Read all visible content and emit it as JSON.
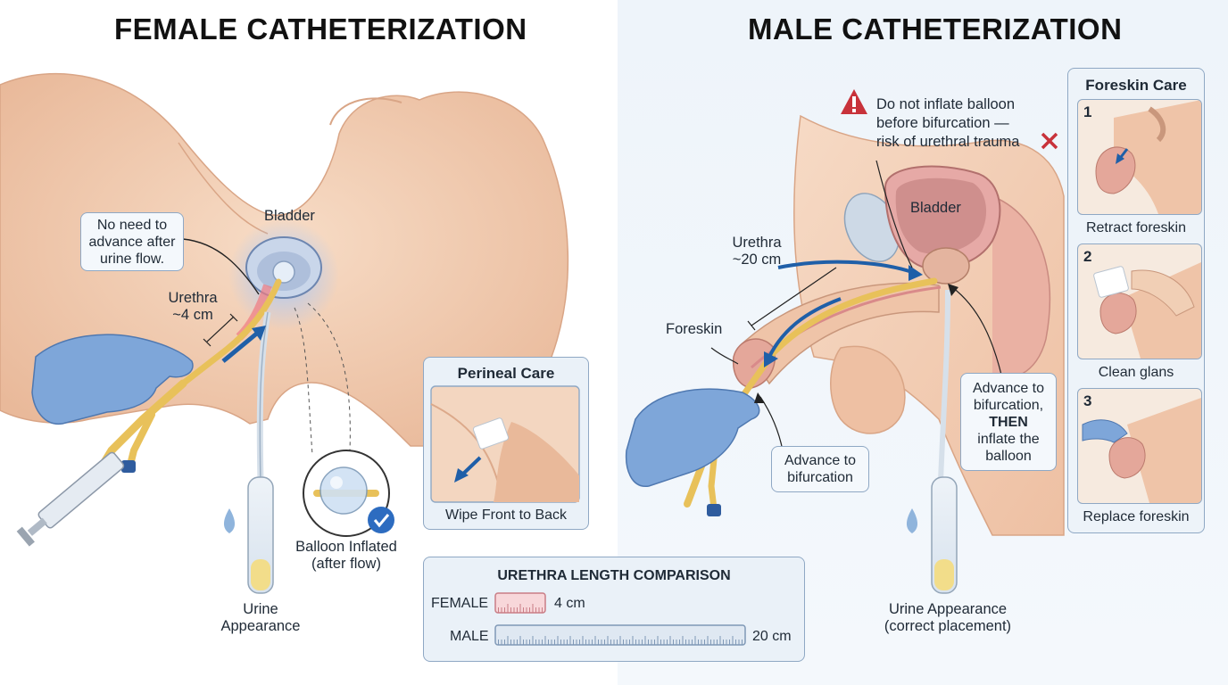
{
  "female": {
    "title": "FEMALE CATHETERIZATION",
    "label_bladder": "Bladder",
    "callout_line1": "No need to",
    "callout_line2": "advance after",
    "callout_line3": "urine flow.",
    "urethra_line1": "Urethra",
    "urethra_line2": "~4 cm",
    "balloon_line1": "Balloon Inflated",
    "balloon_line2": "(after flow)",
    "urine_line1": "Urine",
    "urine_line2": "Appearance"
  },
  "perineal": {
    "title": "Perineal Care",
    "caption": "Wipe Front to Back"
  },
  "male": {
    "title": "MALE CATHETERIZATION",
    "warning_line1": "Do not inflate balloon",
    "warning_line2": "before bifurcation —",
    "warning_line3": "risk of urethral trauma",
    "label_bladder": "Bladder",
    "urethra_line1": "Urethra",
    "urethra_line2": "~20 cm",
    "label_foreskin": "Foreskin",
    "advance_line1": "Advance to",
    "advance_line2": "bifurcation",
    "then_line1": "Advance to",
    "then_line2": "bifurcation,",
    "then_line3": "THEN",
    "then_line4": "inflate the",
    "then_line5": "balloon",
    "urine_line1": "Urine Appearance",
    "urine_line2": "(correct placement)"
  },
  "foreskin_care": {
    "title": "Foreskin Care",
    "steps": [
      {
        "num": "1",
        "caption": "Retract foreskin"
      },
      {
        "num": "2",
        "caption": "Clean glans"
      },
      {
        "num": "3",
        "caption": "Replace foreskin"
      }
    ]
  },
  "comparison": {
    "title": "URETHRA LENGTH COMPARISON",
    "female_label": "FEMALE",
    "female_value": "4 cm",
    "male_label": "MALE",
    "male_value": "20 cm",
    "female_cm": 4,
    "male_cm": 20
  },
  "colors": {
    "skin": "#f2cdb2",
    "skin_shadow": "#e3ab8c",
    "glove": "#6f9bd1",
    "catheter": "#e8c15a",
    "arrow": "#1f5fa8",
    "panel_border": "#8fa8c4",
    "warning": "#c8323a"
  }
}
